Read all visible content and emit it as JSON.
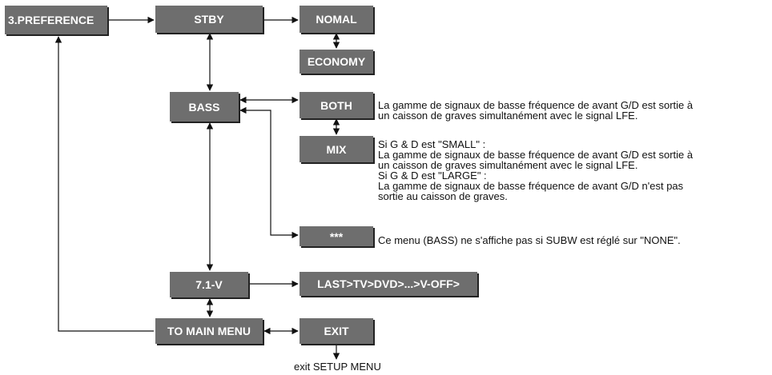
{
  "nodes": {
    "preference": "3.PREFERENCE",
    "stby": "STBY",
    "nomal": "NOMAL",
    "economy": "ECONOMY",
    "bass": "BASS",
    "both": "BOTH",
    "mix": "MIX",
    "stars": "***",
    "v71": "7.1-V",
    "last_chain": "LAST>TV>DVD>...>V-OFF>",
    "to_main_menu": "TO MAIN MENU",
    "exit": "EXIT"
  },
  "descriptions": {
    "both": [
      "La gamme de signaux de basse fréquence de avant G/D est sortie à",
      "un caisson de graves simultanément avec le signal LFE."
    ],
    "mix": [
      "Si G & D est \"SMALL\" :",
      "La gamme de signaux de basse fréquence de avant G/D est sortie à",
      "un caisson de graves simultanément avec le signal LFE.",
      "Si G & D est \"LARGE\" :",
      "La gamme de signaux de basse fréquence de avant G/D n'est pas",
      "sortie au caisson de graves."
    ],
    "stars": [
      "Ce menu (BASS) ne s'affiche pas si SUBW est réglé sur \"NONE\"."
    ]
  },
  "exit_caption": "exit SETUP MENU",
  "colors": {
    "box": "#6e6e6e",
    "box_text": "#ffffff",
    "line": "#111111"
  }
}
